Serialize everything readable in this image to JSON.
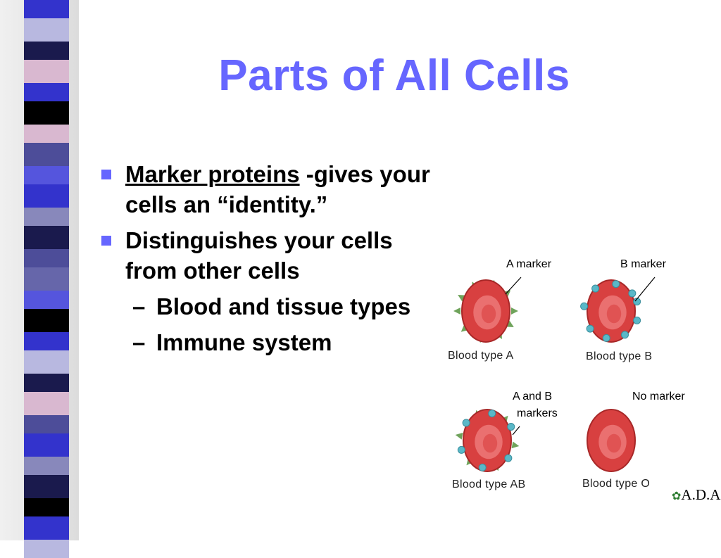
{
  "slide": {
    "title": "Parts of All Cells",
    "bullets": [
      {
        "underlined": "Marker proteins",
        "rest": " -gives your cells an “identity.”"
      },
      {
        "text": "Distinguishes your cells from other cells"
      }
    ],
    "sub_bullets": [
      {
        "dash": "–",
        "text": "Blood and tissue types"
      },
      {
        "dash": "–",
        "text": "Immune system"
      }
    ]
  },
  "diagram": {
    "marker_labels": {
      "a": "A marker",
      "b": "B marker",
      "ab_line1": "A and B",
      "ab_line2": "markers",
      "none": "No marker"
    },
    "captions": {
      "a": "Blood type A",
      "b": "Blood type B",
      "ab": "Blood type AB",
      "o": "Blood type O"
    },
    "brand": "A.D.A.M.",
    "colors": {
      "cell": "#d84040",
      "cell_highlight": "#f08080",
      "a_marker": "#6fa35b",
      "b_marker": "#5ab8c8"
    }
  },
  "theme": {
    "title_color": "#6666ff",
    "bullet_color": "#6666ff",
    "stripe_colors": [
      "#3333cc",
      "#1a1a4d",
      "#6666aa",
      "#000000",
      "#d9b8d0",
      "#4d4d99",
      "#5555dd",
      "#8888bb",
      "#b8b8e0"
    ]
  }
}
